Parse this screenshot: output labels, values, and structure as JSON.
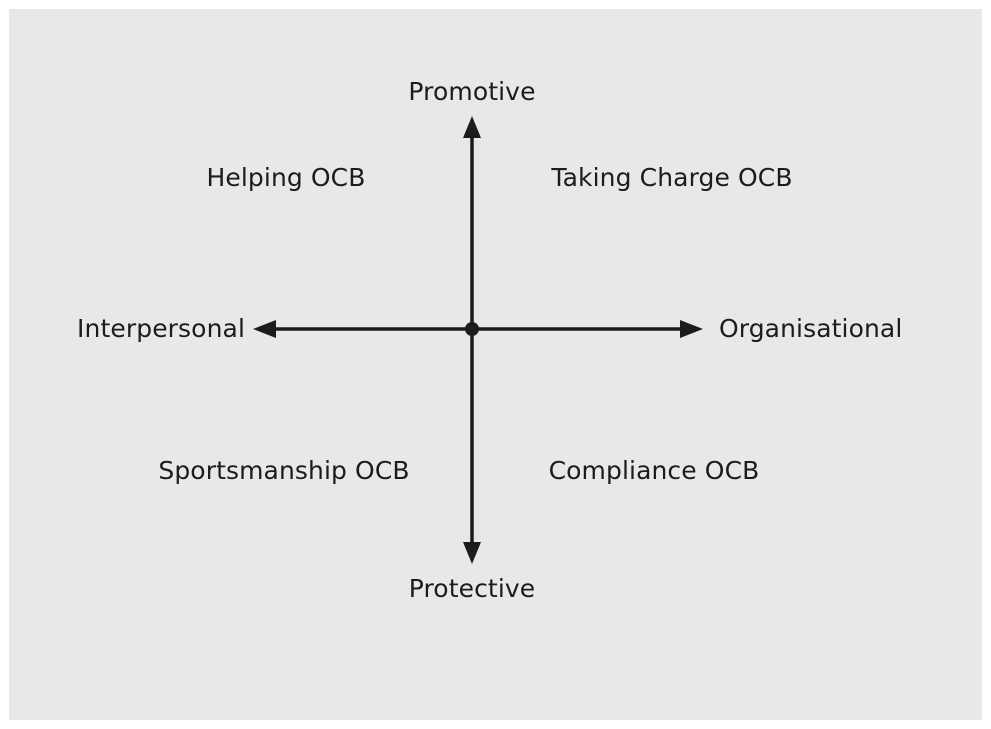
{
  "colors": {
    "background": "#e8e7ea",
    "ink": "#1c1c1c"
  },
  "axes": {
    "top": "Promotive",
    "bottom": "Protective",
    "left": "Interpersonal",
    "right": "Organisational"
  },
  "quadrants": {
    "top_left": "Helping OCB",
    "top_right": "Taking Charge OCB",
    "bottom_left": "Sportsmanship OCB",
    "bottom_right": "Compliance OCB"
  }
}
